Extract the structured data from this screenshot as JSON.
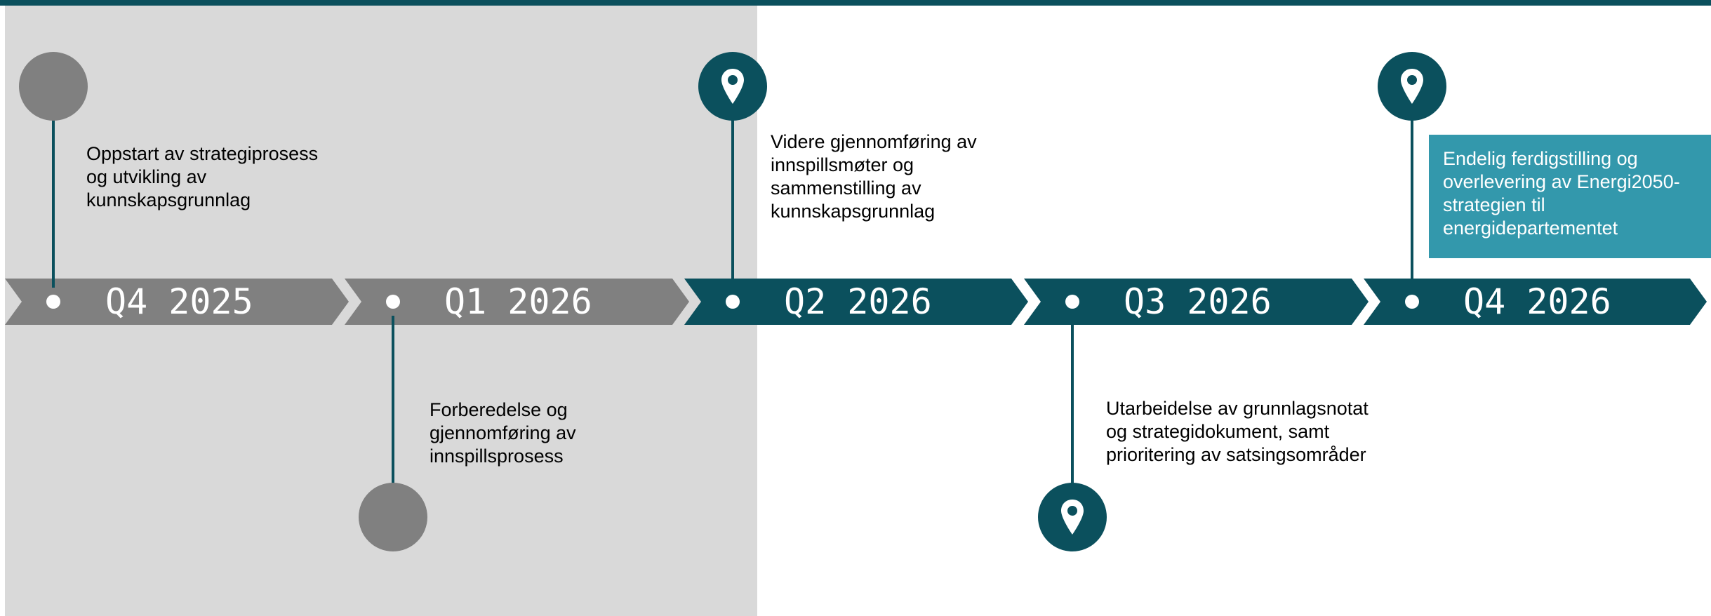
{
  "colors": {
    "past": "#808080",
    "future": "#0b505d",
    "highlight": "#3398ac",
    "past_background": "#d9d9d9"
  },
  "icons": {
    "future_milestone": "map-pin-icon",
    "past_milestone": "filled-circle"
  },
  "quarters": [
    {
      "label": "Q4 2025",
      "status": "past"
    },
    {
      "label": "Q1 2026",
      "status": "past"
    },
    {
      "label": "Q2 2026",
      "status": "future"
    },
    {
      "label": "Q3 2026",
      "status": "future"
    },
    {
      "label": "Q4 2026",
      "status": "future"
    }
  ],
  "milestones": [
    {
      "quarter": "Q4 2025",
      "side": "above",
      "lines": [
        "Oppstart av strategiprosess",
        "og utvikling av",
        "kunnskapsgrunnlag"
      ]
    },
    {
      "quarter": "Q1 2026",
      "side": "below",
      "lines": [
        "Forberedelse og",
        "gjennomføring av",
        "innspillsprosess"
      ]
    },
    {
      "quarter": "Q2 2026",
      "side": "above",
      "lines": [
        "Videre gjennomføring av",
        "innspillsmøter og",
        "sammenstilling av",
        "kunnskapsgrunnlag"
      ]
    },
    {
      "quarter": "Q3 2026",
      "side": "below",
      "lines": [
        "Utarbeidelse av grunnlagsnotat",
        "og strategidokument, samt",
        "prioritering av satsingsområder"
      ]
    },
    {
      "quarter": "Q4 2026",
      "side": "above",
      "highlighted": true,
      "lines": [
        "Endelig ferdigstilling og",
        "overlevering av Energi2050-",
        "strategien til",
        "energidepartementet"
      ]
    }
  ]
}
